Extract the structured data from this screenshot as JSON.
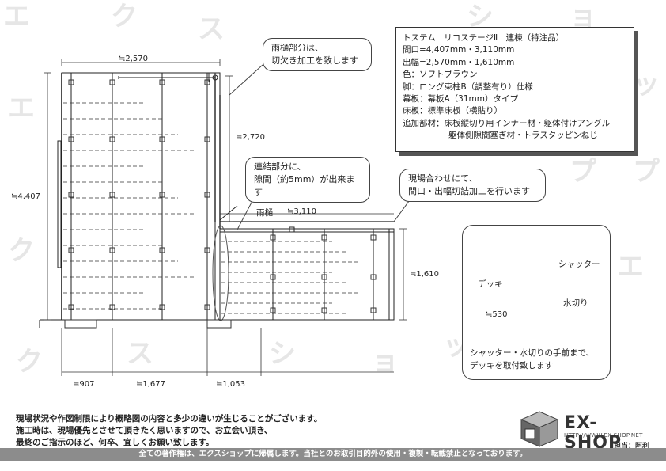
{
  "spec": {
    "title": "トステム　リコステージⅡ　連棟（特注品）",
    "frontage": "間口=4,407mm・3,110mm",
    "depth": "出幅=2,570mm・1,610mm",
    "color": "色：ソフトブラウン",
    "legs": "脚：ロング束柱B（調整有り）仕様",
    "fascia": "幕板：幕板A（31mm）タイプ",
    "floor": "床板：標準床板（横貼り）",
    "extra1": "追加部材：床板縦切り用インナー材・躯体付けアングル",
    "extra2": "躯体側隙間塞ぎ材・トラスタッピンねじ"
  },
  "callouts": {
    "gutter_notch_1": "雨樋部分は、",
    "gutter_notch_2": "切欠き加工を致します",
    "joint_gap_1": "連結部分に、",
    "joint_gap_2": "隙間（約5mm）が出来ます",
    "site_fit_1": "現場合わせにて、",
    "site_fit_2": "間口・出幅切詰加工を行います"
  },
  "dimensions": {
    "top_width": "≒2,570",
    "left_height": "≒4,407",
    "mid_height": "≒2,720",
    "right_width": "≒3,110",
    "right_height": "≒1,610",
    "bottom_1": "≒907",
    "bottom_2": "≒1,677",
    "bottom_3": "≒1,053",
    "detail_height": "≒530"
  },
  "labels": {
    "gutter": "雨樋",
    "deck": "デッキ",
    "shutter": "シャッター",
    "drip": "水切り"
  },
  "detail_note_1": "シャッター・水切りの手前まで、",
  "detail_note_2": "デッキを取付致します",
  "footer": {
    "line1": "現場状況や作図制限により概略図の内容と多少の違いが生じることがございます。",
    "line2": "施工時は、現場優先とさせて頂きたく思いますので、お立会い頂き、",
    "line3": "最終のご指示のほど、何卒、宜しくお願い致します。",
    "copyright": "全ての著作権は、エクスショップに帰属します。当社とのお取引目的外の使用・複製・転載禁止となっております。"
  },
  "logo": {
    "name": "EX-SHOP",
    "url": "HTTP://WWW.EX-SHOP.NET",
    "staff": "担当：阿利",
    "watermark": "エクスショップ"
  }
}
